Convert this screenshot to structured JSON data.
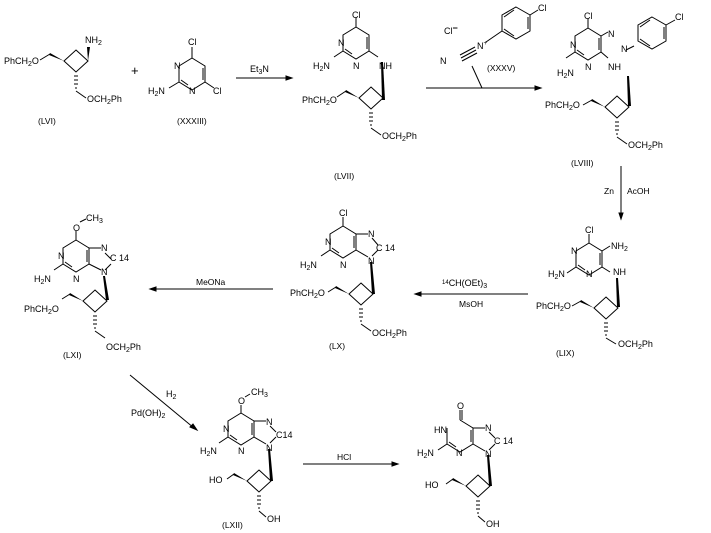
{
  "scheme": {
    "compounds": [
      {
        "id": "LVI",
        "label": "(LVI)",
        "groups": {
          "amine": "NH",
          "amine_sub": "2",
          "left": "PhCH",
          "left_sub": "2",
          "left_tail": "O",
          "bottom": "OCH",
          "bottom_sub": "2",
          "bottom_tail": "Ph"
        }
      },
      {
        "id": "XXXIII",
        "label": "(XXXIII)",
        "groups": {
          "cl_top": "Cl",
          "cl_right": "Cl",
          "n1": "N",
          "n3": "N",
          "nh2": "H",
          "nh2_sub": "2",
          "nh2_tail": "N"
        }
      },
      {
        "id": "LVII",
        "label": "(LVII)",
        "groups": {
          "cl": "Cl",
          "n1": "N",
          "n3": "N",
          "nh": "NH",
          "nh2": "H",
          "nh2_sub": "2",
          "nh2_tail": "N",
          "left": "PhCH",
          "left_sub": "2",
          "left_tail": "O",
          "bottom": "OCH",
          "bottom_sub": "2",
          "bottom_tail": "Ph"
        }
      },
      {
        "id": "LVIII",
        "label": "(LVIII)",
        "groups": {
          "cl": "Cl",
          "cl_aryl": "Cl",
          "azo1": "N",
          "azo2": "N",
          "n1": "N",
          "n3": "N",
          "nh": "NH",
          "nh2": "H",
          "nh2_sub": "2",
          "nh2_tail": "N",
          "left": "PhCH",
          "left_sub": "2",
          "left_tail": "O",
          "bottom": "OCH",
          "bottom_sub": "2",
          "bottom_tail": "Ph"
        }
      },
      {
        "id": "LIX",
        "label": "(LIX)",
        "groups": {
          "cl": "Cl",
          "nh2_top": "NH",
          "nh2_top_sub": "2",
          "n1": "N",
          "n3": "N",
          "nh": "NH",
          "nh2": "H",
          "nh2_sub": "2",
          "nh2_tail": "N",
          "left": "PhCH",
          "left_sub": "2",
          "left_tail": "O",
          "bottom": "OCH",
          "bottom_sub": "2",
          "bottom_tail": "Ph"
        }
      },
      {
        "id": "LX",
        "label": "(LX)",
        "groups": {
          "cl": "Cl",
          "n1": "N",
          "n3": "N",
          "n7": "N",
          "n9": "N",
          "c14": "C 14",
          "nh2": "H",
          "nh2_sub": "2",
          "nh2_tail": "N",
          "left": "PhCH",
          "left_sub": "2",
          "left_tail": "O",
          "bottom": "OCH",
          "bottom_sub": "2",
          "bottom_tail": "Ph"
        }
      },
      {
        "id": "LXI",
        "label": "(LXI)",
        "groups": {
          "o": "O",
          "ch3": "CH",
          "ch3_sub": "3",
          "n1": "N",
          "n3": "N",
          "n7": "N",
          "n9": "N",
          "c14": "C 14",
          "nh2": "H",
          "nh2_sub": "2",
          "nh2_tail": "N",
          "left": "PhCH",
          "left_sub": "2",
          "left_tail": "O",
          "bottom": "OCH",
          "bottom_sub": "2",
          "bottom_tail": "Ph"
        }
      },
      {
        "id": "LXII",
        "label": "(LXII)",
        "groups": {
          "o": "O",
          "ch3": "CH",
          "ch3_sub": "3",
          "n1": "N",
          "n3": "N",
          "n7": "N",
          "n9": "N",
          "c14": "C14",
          "nh2": "H",
          "nh2_sub": "2",
          "nh2_tail": "N",
          "left": "HO",
          "bottom": "OH"
        }
      },
      {
        "id": "product",
        "label": "",
        "groups": {
          "o": "O",
          "hn": "HN",
          "n3": "N",
          "n7": "N",
          "n9": "N",
          "c14": "C 14",
          "nh2": "H",
          "nh2_sub": "2",
          "nh2_tail": "N",
          "left": "HO",
          "bottom": "OH"
        }
      }
    ],
    "plus_sign": "+",
    "reagents": {
      "step1": {
        "reagent": "Et",
        "reagent_sub": "3",
        "reagent_tail": "N"
      },
      "step2": {
        "anion": "Cl",
        "anion_charge": "−",
        "aryl_cl": "Cl",
        "n_plus": "N",
        "plus": "+",
        "n_term": "N",
        "label": "(XXXV)"
      },
      "step3": {
        "left": "Zn",
        "right": "AcOH"
      },
      "step4": {
        "top_sup": "14",
        "top": "CH(OEt)",
        "top_sub": "3",
        "bottom": "MsOH"
      },
      "step5": {
        "top": "MeONa"
      },
      "step6": {
        "top": "H",
        "top_sub": "2",
        "bottom": "Pd(OH)",
        "bottom_sub": "2"
      },
      "step7": {
        "top": "HCl"
      }
    }
  }
}
